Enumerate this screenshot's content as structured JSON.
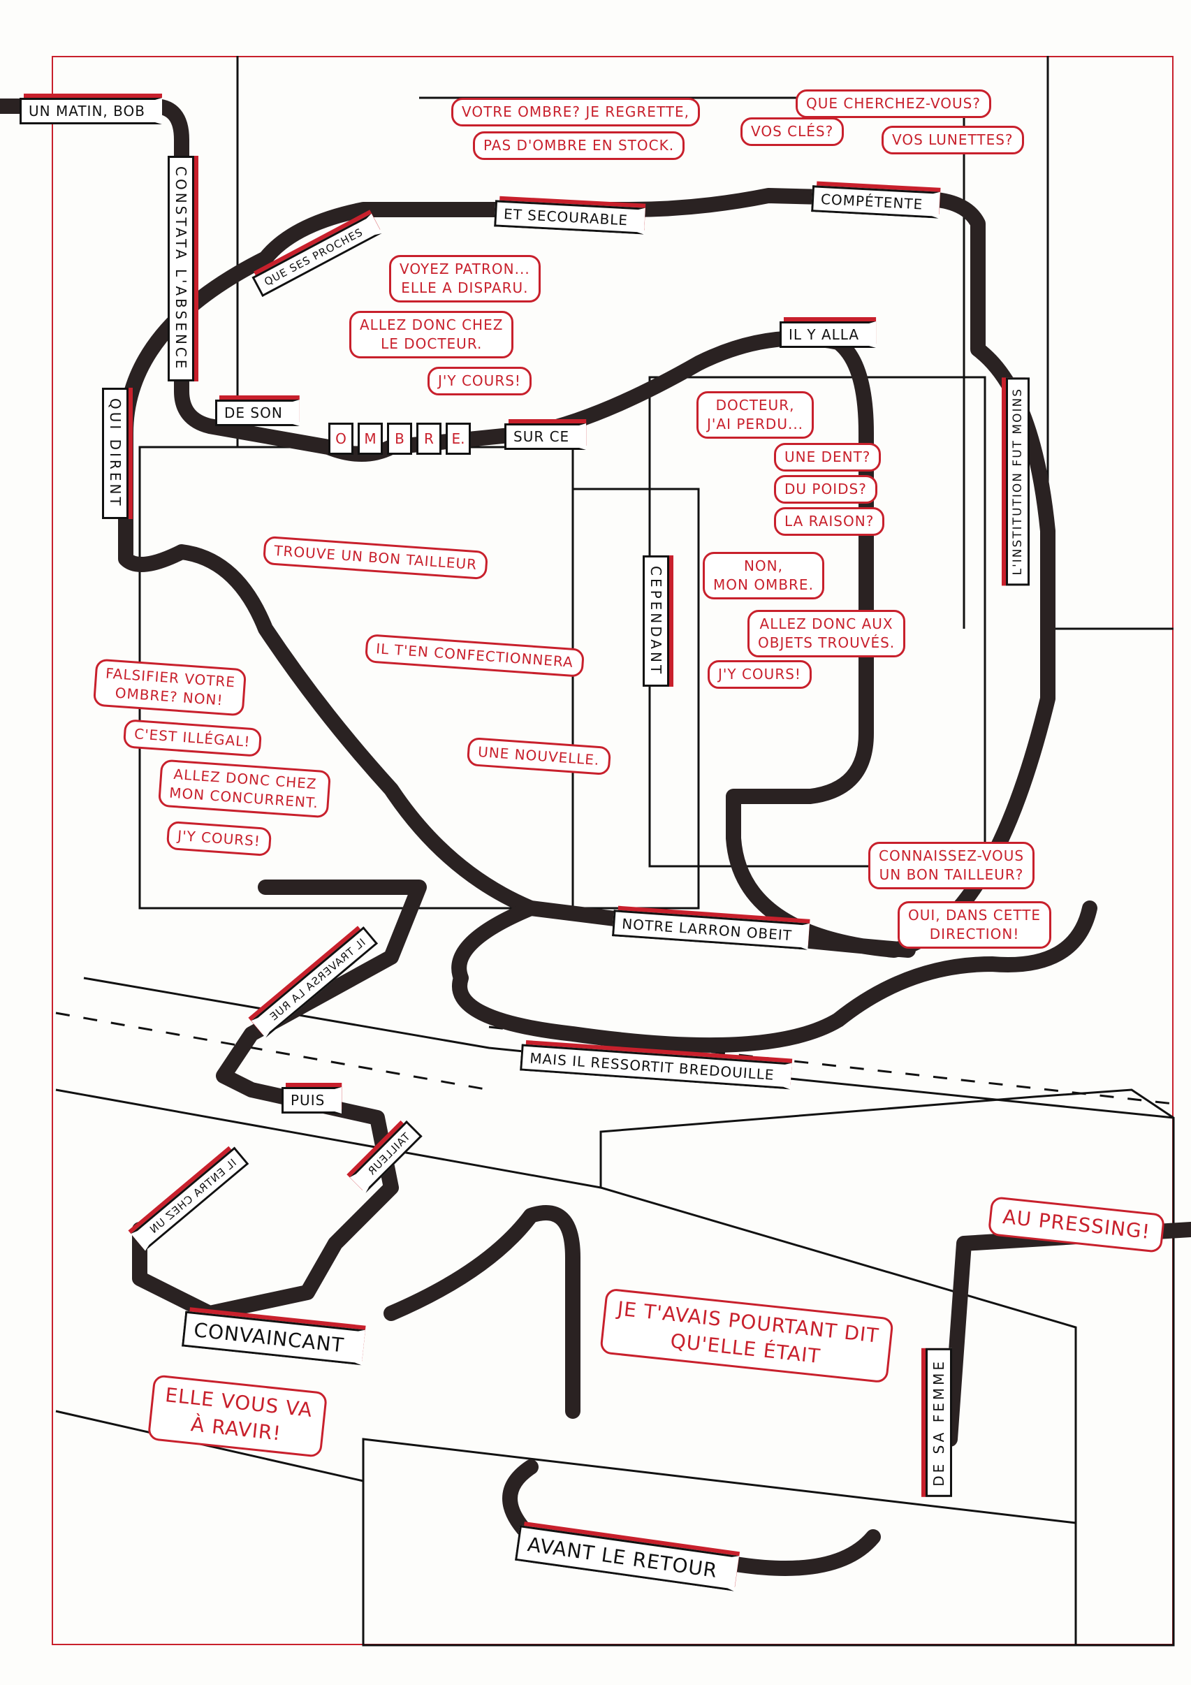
{
  "captions": {
    "un_matin": "UN MATIN, BOB",
    "constata": "CONSTATA L'ABSENCE",
    "que_ses_proches": "QUE SES PROCHES",
    "et_secourable": "ET SECOURABLE",
    "competente": "COMPÉTENTE",
    "qui_dirent": "QUI DIRENT",
    "de_son": "DE SON",
    "ombre_letters": [
      "O",
      "M",
      "B",
      "R",
      "E."
    ],
    "sur_ce": "SUR CE",
    "il_y_alla": "IL Y ALLA",
    "institution": "L'INSTITUTION FUT MOINS",
    "cependant": "CEPENDANT",
    "notre_larron": "NOTRE LARRON OBEIT",
    "mais_il": "MAIS IL RESSORTIT BREDOUILLE",
    "puis": "PUIS",
    "mirror_1": "IL TRAVERSA LA RUE",
    "mirror_2": "IL ENTRA CHEZ UN",
    "mirror_3": "TAILLEUR",
    "convaincant": "CONVAINCANT",
    "de_sa_femme": "DE SA FEMME",
    "avant_le_retour": "AVANT LE RETOUR"
  },
  "bubbles": {
    "votre_ombre": "VOTRE OMBRE? JE REGRETTE,",
    "pas_d_ombre": "PAS D'OMBRE EN STOCK.",
    "que_cherchez": "QUE CHERCHEZ-VOUS?",
    "vos_cles": "VOS CLÉS?",
    "vos_lunettes": "VOS LUNETTES?",
    "voyez_patron": [
      "VOYEZ PATRON...",
      "ELLE A DISPARU."
    ],
    "allez_docteur": [
      "ALLEZ DONC CHEZ",
      "LE DOCTEUR."
    ],
    "jy_cours_1": "J'Y COURS!",
    "docteur": [
      "DOCTEUR,",
      "J'AI PERDU..."
    ],
    "une_dent": "UNE DENT?",
    "du_poids": "DU POIDS?",
    "la_raison": "LA RAISON?",
    "non_mon_ombre": [
      "NON,",
      "MON OMBRE."
    ],
    "objets_trouves": [
      "ALLEZ DONC AUX",
      "OBJETS TROUVÉS."
    ],
    "jy_cours_2": "J'Y COURS!",
    "trouve_tailleur": "TROUVE UN BON TAILLEUR",
    "confectionnera": "IL T'EN CONFECTIONNERA",
    "une_nouvelle": "UNE NOUVELLE.",
    "falsifier": [
      "FALSIFIER VOTRE",
      "OMBRE? NON!"
    ],
    "illegal": "C'EST ILLÉGAL!",
    "concurrent": [
      "ALLEZ DONC CHEZ",
      "MON CONCURRENT."
    ],
    "jy_cours_3": "J'Y COURS!",
    "connaissez": [
      "CONNAISSEZ-VOUS",
      "UN BON TAILLEUR?"
    ],
    "oui_direction": [
      "OUI, DANS CETTE",
      "DIRECTION!"
    ],
    "au_pressing": "AU PRESSING!",
    "je_tavais": [
      "JE T'AVAIS POURTANT DIT",
      "QU'ELLE ÉTAIT"
    ],
    "elle_vous_va": [
      "ELLE VOUS VA",
      "À RAVIR!"
    ]
  },
  "colors": {
    "accent_red": "#c8202c",
    "ink": "#111111",
    "path": "#2a2222"
  }
}
